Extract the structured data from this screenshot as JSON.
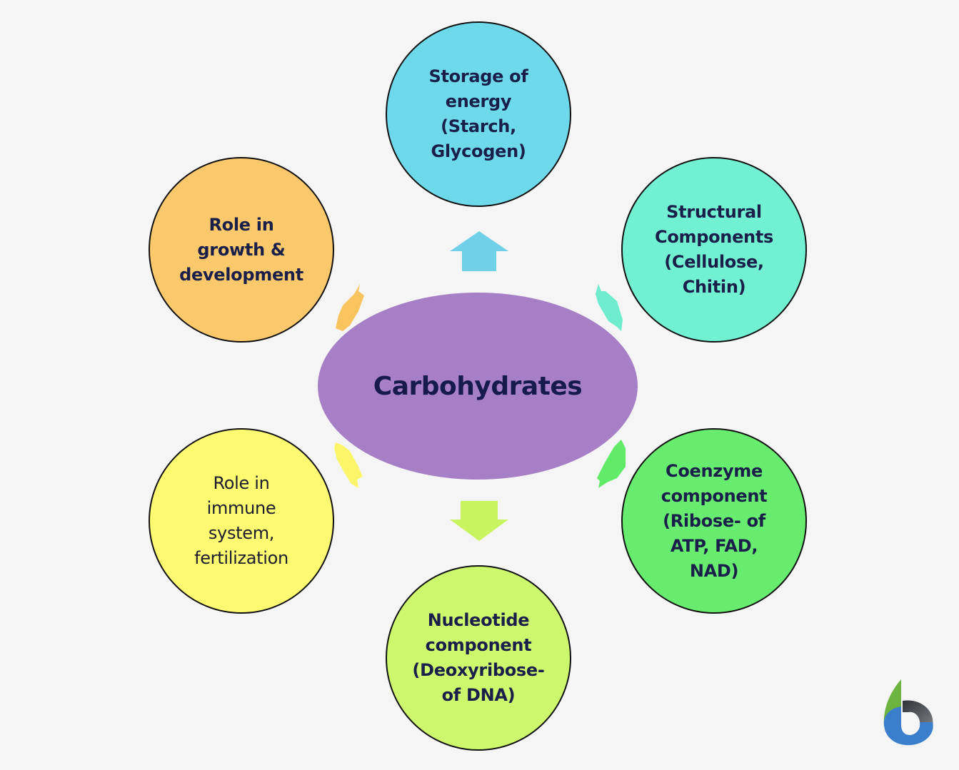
{
  "diagram": {
    "center": {
      "label": "Carbohydrates",
      "color": "#a67fc6"
    },
    "nodes": [
      {
        "id": "storage",
        "position": "top",
        "label": "Storage of\nenergy\n(Starch,\nGlycogen)",
        "color": "#6fd9ec",
        "arrow_color": "#6fd0e8"
      },
      {
        "id": "structural",
        "position": "top-right",
        "label": "Structural\nComponents\n(Cellulose,\nChitin)",
        "color": "#72f0d2",
        "arrow_color": "#6eeccd"
      },
      {
        "id": "coenzyme",
        "position": "bottom-right",
        "label": "Coenzyme\ncomponent\n(Ribose- of\nATP, FAD,\nNAD)",
        "color": "#68ec6f",
        "arrow_color": "#62eb68"
      },
      {
        "id": "nucleotide",
        "position": "bottom",
        "label": "Nucleotide\ncomponent\n(Deoxyribose-\nof DNA)",
        "color": "#cdf76c",
        "arrow_color": "#c8f460"
      },
      {
        "id": "immune",
        "position": "bottom-left",
        "label": "Role in\nimmune\nsystem,\nfertilization",
        "color": "#fdfa72",
        "arrow_color": "#fcf56a"
      },
      {
        "id": "growth",
        "position": "top-left",
        "label": "Role in\ngrowth &\ndevelopment",
        "color": "#fbc86c",
        "arrow_color": "#f9c45e"
      }
    ]
  },
  "logo": {
    "name": "brand-logo",
    "colors": {
      "green": "#6cb33f",
      "blue": "#3b7fcc",
      "dark": "#4a4d52"
    }
  }
}
